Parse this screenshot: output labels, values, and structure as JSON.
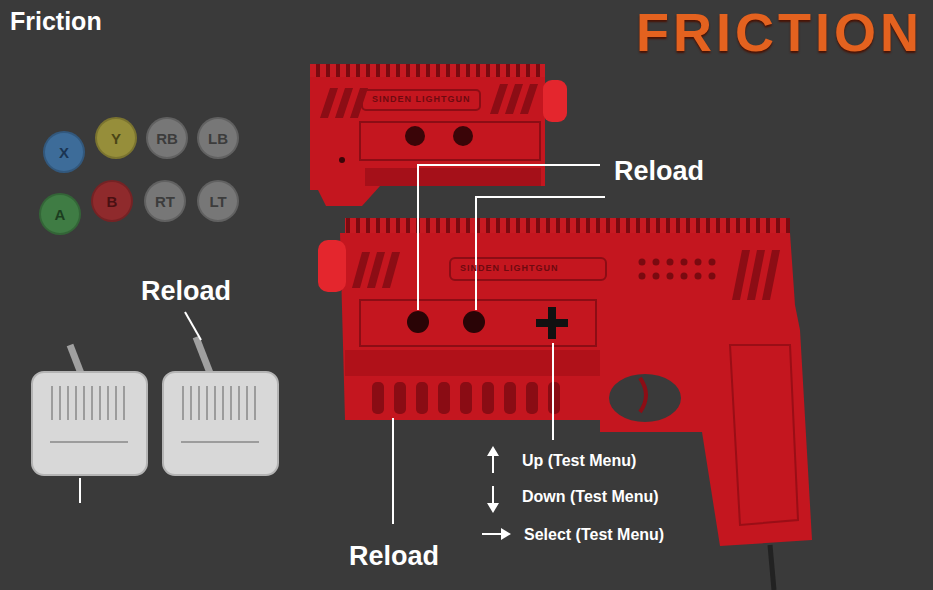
{
  "diagram": {
    "title": "Friction",
    "nodes": [
      {
        "text": [
          "X"
        ]
      },
      {
        "text": [
          "Y"
        ]
      },
      {
        "text": [
          "RB"
        ]
      },
      {
        "text": [
          "LB"
        ]
      },
      {
        "text": [
          "A"
        ]
      },
      {
        "text": [
          "B"
        ]
      },
      {
        "text": [
          "RT"
        ]
      },
      {
        "text": [
          "LT"
        ]
      }
    ],
    "labels": [
      "FRICTION",
      "SINDEN LIGHTGUN",
      "Reload",
      "Reload",
      "SINDEN LIGHTGUN",
      "Up (Test Menu)",
      "Down (Test Menu)",
      "Select (Test Menu)",
      "Reload"
    ]
  }
}
